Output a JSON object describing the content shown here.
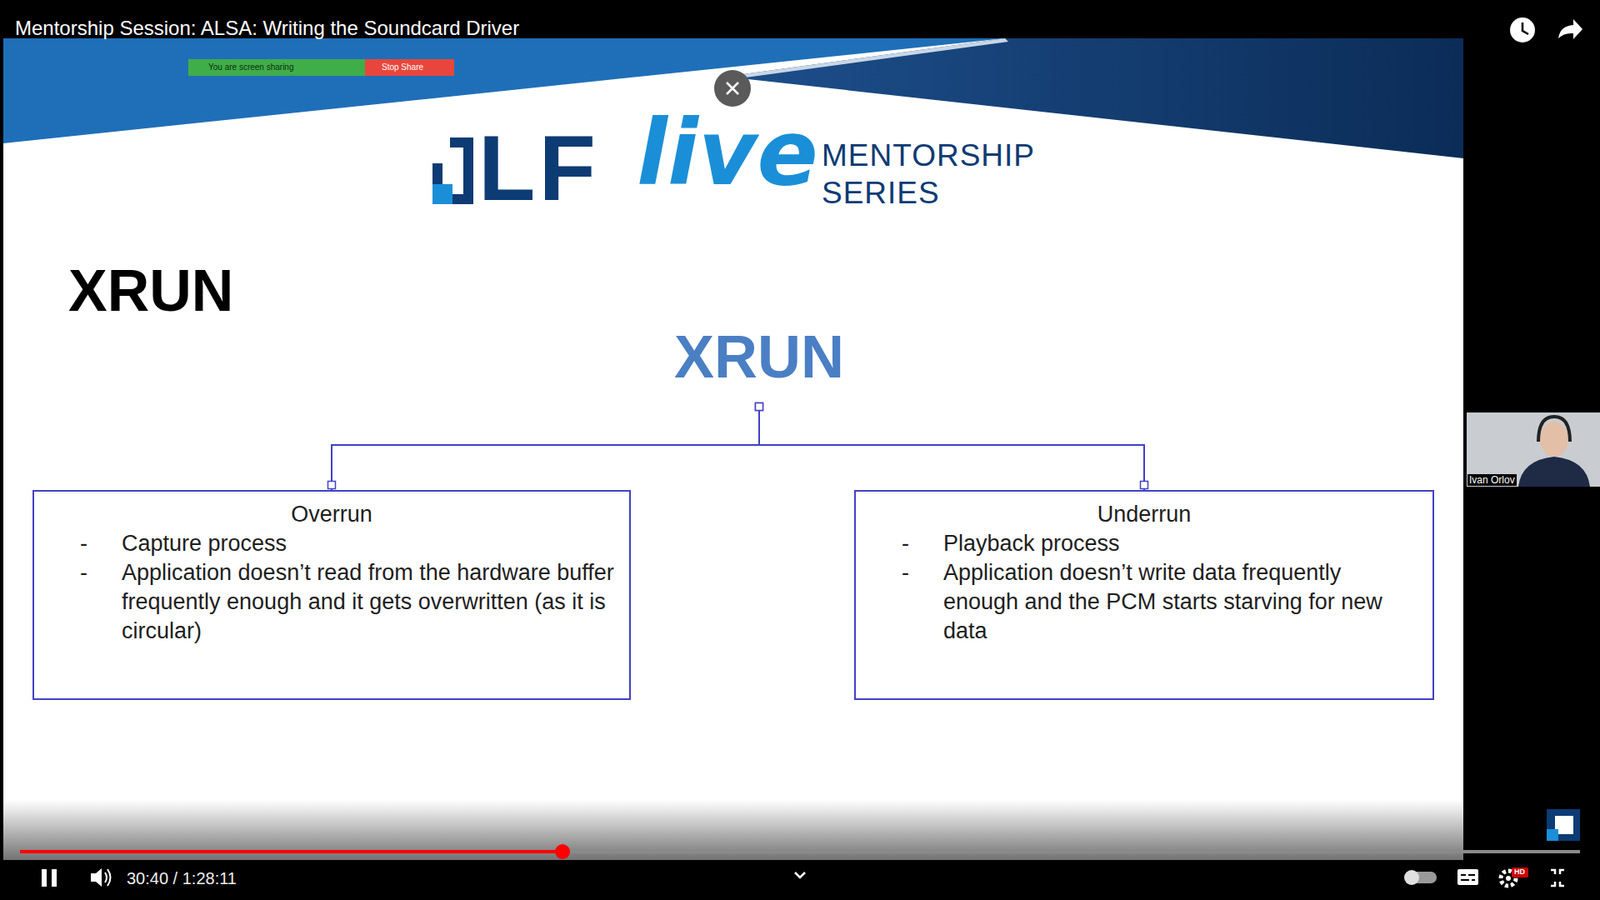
{
  "diagram": {
    "title": "Mentorship Session: ALSA: Writing the Soundcard Driver",
    "nodes": [
      {
        "text": [
          "XRUN"
        ]
      },
      {
        "text": [
          "Overrun",
          "-",
          "Capture process",
          "-",
          "Application doesn’t read from the hardware buffer frequently enough and it gets overwritten (as it is circular)"
        ]
      },
      {
        "text": [
          "Underrun",
          "-",
          "Playback process",
          "-",
          "Application doesn’t write data frequently enough and the PCM starts starving for new data"
        ]
      }
    ],
    "edges": [
      {
        "from": 0,
        "to": 1,
        "arrow": "none"
      },
      {
        "from": 0,
        "to": 2,
        "arrow": "none"
      }
    ],
    "labels": [
      "XRUN",
      "You are screen sharing",
      "Stop Share",
      "LF",
      "live",
      "MENTORSHIP",
      "SERIES",
      "Ivan Orlov",
      "30:40 / 1:28:11",
      "HD"
    ]
  }
}
